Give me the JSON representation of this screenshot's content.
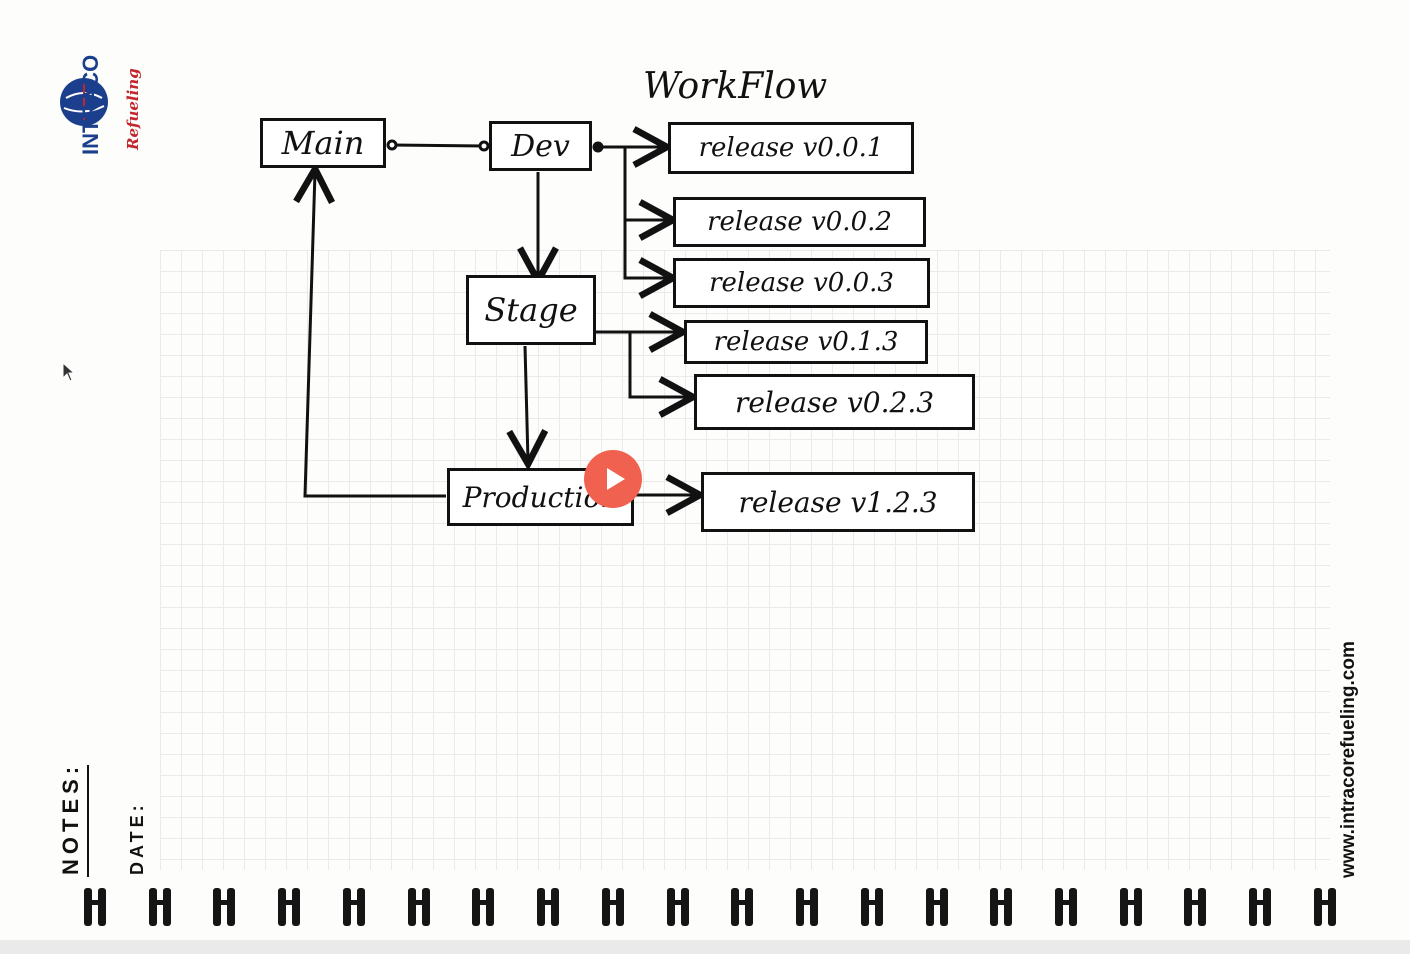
{
  "diagram": {
    "title": "WorkFlow",
    "nodes": {
      "main": "Main",
      "dev": "Dev",
      "stage": "Stage",
      "production": "Production"
    },
    "releases": [
      "release v0.0.1",
      "release v0.0.2",
      "release v0.0.3",
      "release v0.1.3",
      "release v0.2.3",
      "release v1.2.3"
    ]
  },
  "branding": {
    "logo_text": "INTRACO",
    "logo_tagline": "Refueling",
    "website": "www.intracorefueling.com",
    "brand_color": "#1b3f8c",
    "tagline_color": "#c1272d"
  },
  "notebook": {
    "notes_label": "NOTES:",
    "date_label": "DATE:"
  },
  "player": {
    "play_icon": "play-icon",
    "play_color": "#f0624f"
  }
}
